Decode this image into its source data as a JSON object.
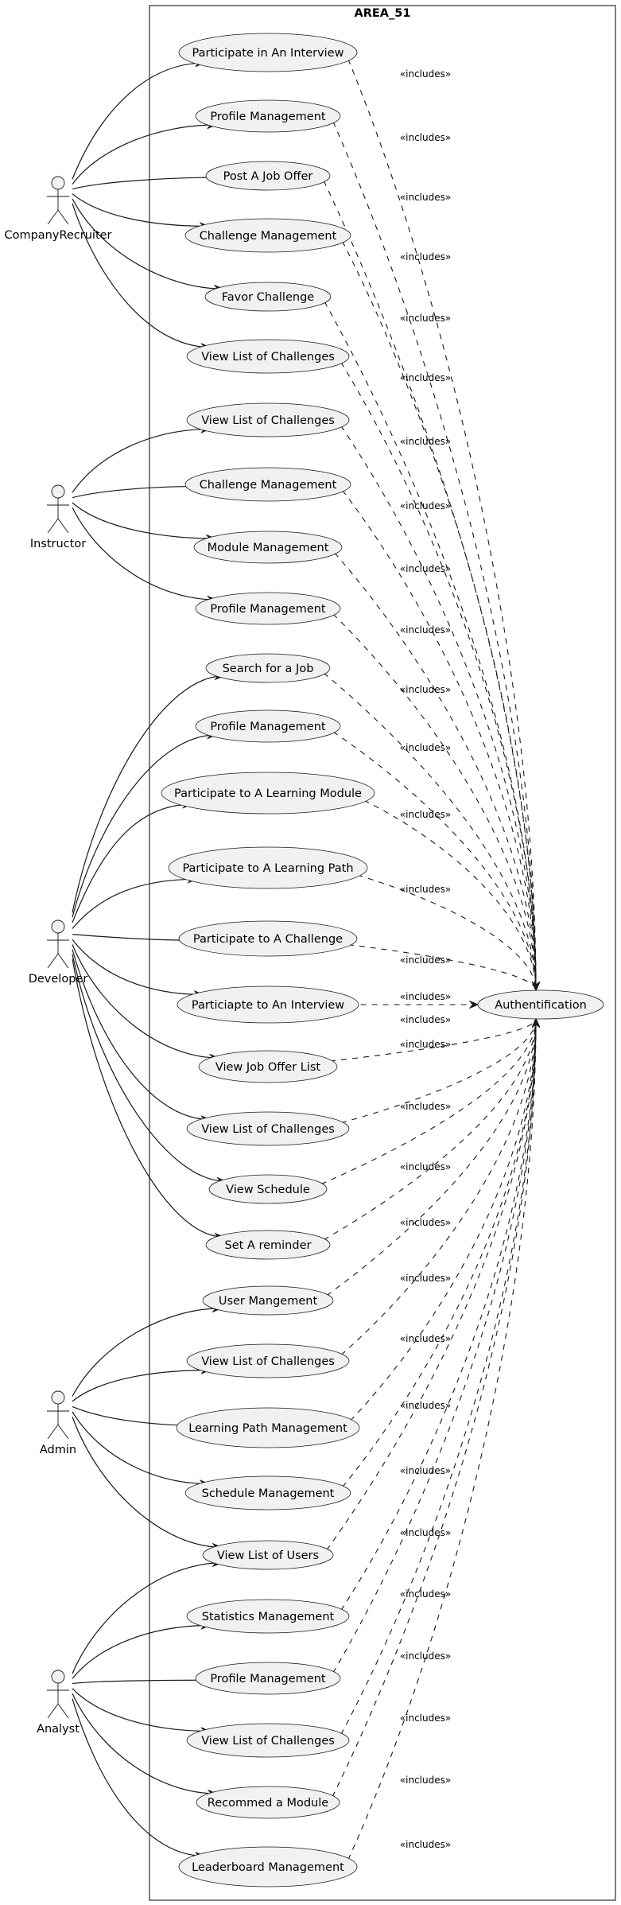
{
  "system": {
    "title": "AREA_51"
  },
  "actors": [
    {
      "id": "CompanyRecruiter",
      "label": "CompanyRecruiter"
    },
    {
      "id": "Instructor",
      "label": "Instructor"
    },
    {
      "id": "Developer",
      "label": "Developer"
    },
    {
      "id": "Admin",
      "label": "Admin"
    },
    {
      "id": "Analyst",
      "label": "Analyst"
    }
  ],
  "target": {
    "label": "Authentification"
  },
  "include_label": "«includes»",
  "use_cases": [
    {
      "label": "Participate in An Interview",
      "actors": [
        "CompanyRecruiter"
      ]
    },
    {
      "label": "Profile Management",
      "actors": [
        "CompanyRecruiter"
      ]
    },
    {
      "label": "Post A Job Offer",
      "actors": [
        "CompanyRecruiter"
      ]
    },
    {
      "label": "Challenge Management",
      "actors": [
        "CompanyRecruiter"
      ]
    },
    {
      "label": "Favor Challenge",
      "actors": [
        "CompanyRecruiter"
      ]
    },
    {
      "label": "View List of Challenges",
      "actors": [
        "CompanyRecruiter"
      ]
    },
    {
      "label": "View List of Challenges",
      "actors": [
        "Instructor"
      ]
    },
    {
      "label": "Challenge Management",
      "actors": [
        "Instructor"
      ]
    },
    {
      "label": "Module Management",
      "actors": [
        "Instructor"
      ]
    },
    {
      "label": "Profile Management",
      "actors": [
        "Instructor"
      ]
    },
    {
      "label": "Search for a Job",
      "actors": [
        "Developer"
      ]
    },
    {
      "label": "Profile Management",
      "actors": [
        "Developer"
      ]
    },
    {
      "label": "Participate to A Learning Module",
      "actors": [
        "Developer"
      ]
    },
    {
      "label": "Participate to A Learning Path",
      "actors": [
        "Developer"
      ]
    },
    {
      "label": "Participate to A Challenge",
      "actors": [
        "Developer"
      ]
    },
    {
      "label": "Particiapte to An Interview",
      "actors": [
        "Developer"
      ]
    },
    {
      "label": "View Job Offer List",
      "actors": [
        "Developer"
      ]
    },
    {
      "label": "View List of Challenges",
      "actors": [
        "Developer"
      ]
    },
    {
      "label": "View Schedule",
      "actors": [
        "Developer"
      ]
    },
    {
      "label": "Set A reminder",
      "actors": [
        "Developer"
      ]
    },
    {
      "label": "User Mangement",
      "actors": [
        "Admin"
      ]
    },
    {
      "label": "View List of Challenges",
      "actors": [
        "Admin"
      ]
    },
    {
      "label": "Learning Path Management",
      "actors": [
        "Admin"
      ]
    },
    {
      "label": "Schedule Management",
      "actors": [
        "Admin"
      ]
    },
    {
      "label": "View List of Users",
      "actors": [
        "Admin",
        "Analyst"
      ]
    },
    {
      "label": "Statistics Management",
      "actors": [
        "Analyst"
      ]
    },
    {
      "label": "Profile Management",
      "actors": [
        "Analyst"
      ]
    },
    {
      "label": "View List of Challenges",
      "actors": [
        "Analyst"
      ]
    },
    {
      "label": "Recommed a Module",
      "actors": [
        "Analyst"
      ]
    },
    {
      "label": "Leaderboard Management",
      "actors": [
        "Analyst"
      ]
    }
  ]
}
